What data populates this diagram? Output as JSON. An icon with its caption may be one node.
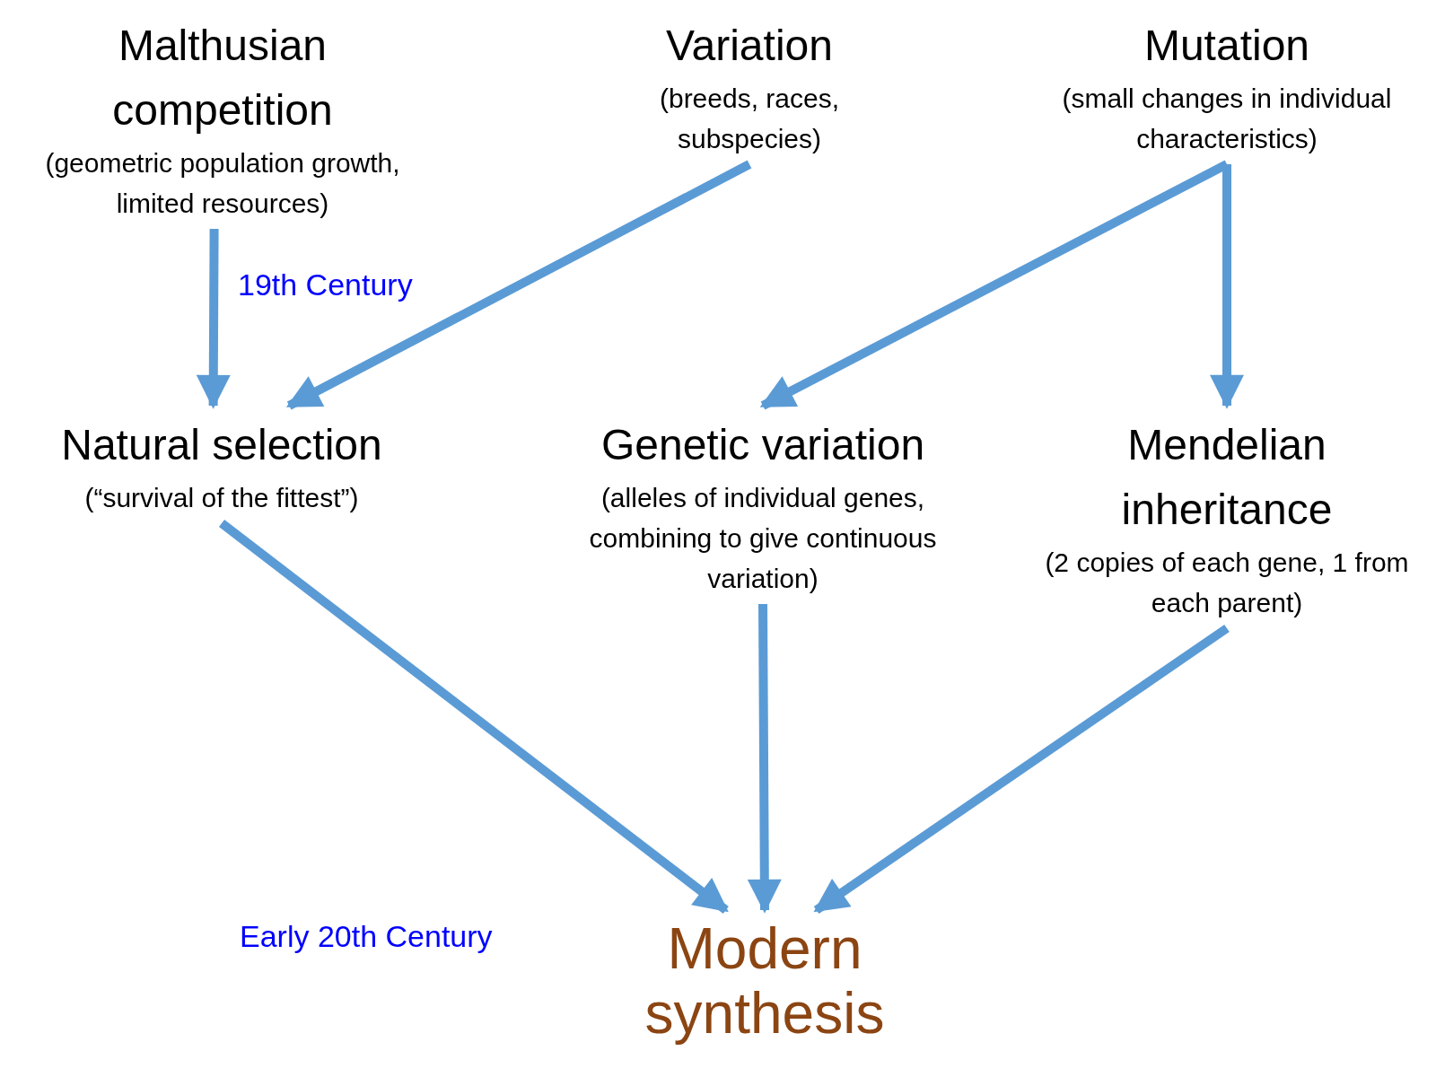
{
  "diagram": {
    "nodes": [
      {
        "text": [
          "Malthusian competition",
          "(geometric population growth, limited resources)"
        ]
      },
      {
        "text": [
          "Variation",
          "(breeds, races, subspecies)"
        ]
      },
      {
        "text": [
          "Mutation",
          "(small changes in individual characteristics)"
        ]
      },
      {
        "text": [
          "Natural selection",
          "(“survival of the fittest”)"
        ]
      },
      {
        "text": [
          "Genetic variation",
          "(alleles of individual genes, combining to give continuous variation)"
        ]
      },
      {
        "text": [
          "Mendelian inheritance",
          "(2 copies of each gene, 1 from each parent)"
        ]
      },
      {
        "text": [
          "Modern synthesis"
        ]
      }
    ],
    "edges": [
      {
        "from": 0,
        "to": 3,
        "arrow": "to"
      },
      {
        "from": 1,
        "to": 3,
        "arrow": "to"
      },
      {
        "from": 2,
        "to": 4,
        "arrow": "to"
      },
      {
        "from": 2,
        "to": 5,
        "arrow": "to"
      },
      {
        "from": 3,
        "to": 6,
        "arrow": "to"
      },
      {
        "from": 4,
        "to": 6,
        "arrow": "to"
      },
      {
        "from": 5,
        "to": 6,
        "arrow": "to"
      }
    ],
    "labels": [
      "19th Century",
      "Early 20th Century"
    ]
  }
}
